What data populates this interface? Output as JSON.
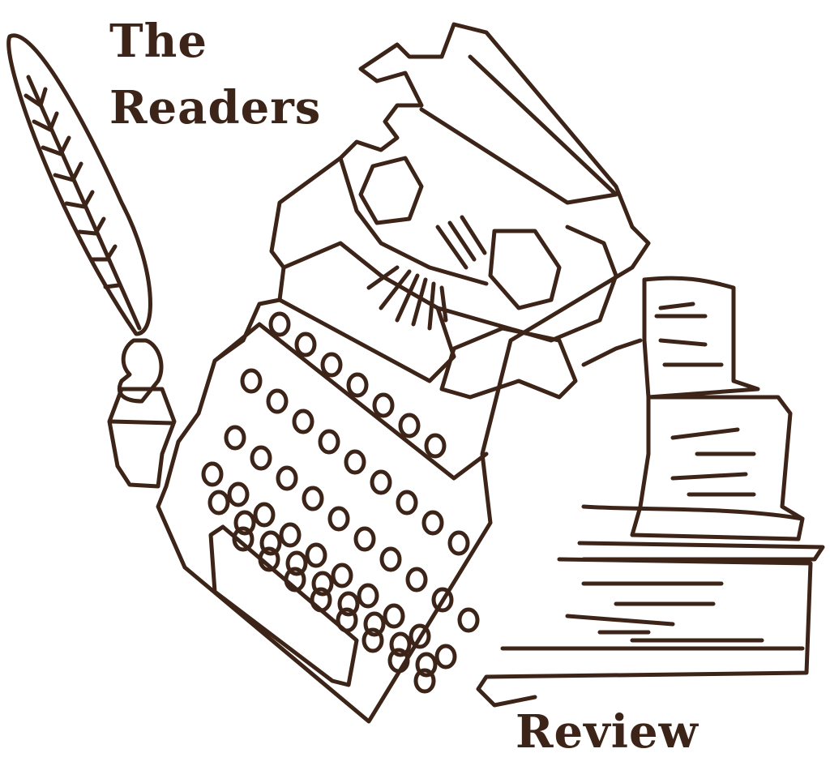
{
  "logo": {
    "title_line1": "The",
    "title_line2": "Readers",
    "title_line3": "Review",
    "ink_color": "#3d2418",
    "background": "#ffffff",
    "icons": [
      "quill-icon",
      "inkwell-icon",
      "typewriter-icon",
      "book-stack-icon"
    ]
  }
}
